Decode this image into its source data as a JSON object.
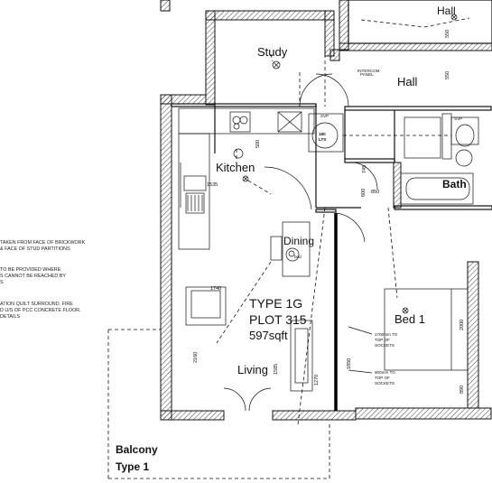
{
  "rooms": {
    "hall_top": "Hall",
    "study": "Study",
    "hall": "Hall",
    "kitchen": "Kitchen",
    "dining": "Dining",
    "bath": "Bath",
    "unit_type": "TYPE 1G",
    "plot": "PLOT 315",
    "area": "597sqft",
    "living": "Living",
    "bed": "Bed 1",
    "balcony_line1": "Balcony",
    "balcony_line2": "Type 1"
  },
  "notes": {
    "n1": "TAKEN FROM FACE OF BRICKWORK",
    "n2": "& FACE OF STUD PARTITIONS",
    "n3": "TO BE PROVIDED WHERE",
    "n4": "S CANNOT BE REACHED BY",
    "n5": "S",
    "n6": "ATION QUILT SURROUND. FIRE",
    "n7": "D U/S OF PCC CONCRETE FLOOR.",
    "n8": "DETAILS"
  },
  "labels": {
    "cyl": "180\nLTS",
    "svp1": "SVP",
    "svp2": "SVP",
    "bed": "bed",
    "intercom": "INTERCOM\nPANEL",
    "sockets_1700_a": "1700mm TO",
    "sockets_1700_b": "TOP OF",
    "sockets_1700_c": "SOCKETS",
    "sockets_900_a": "900mm TO",
    "sockets_900_b": "TOP OF",
    "sockets_900_c": "SOCKETS"
  },
  "dimensions": {
    "d550a": "550",
    "d550b": "550",
    "d500": "500",
    "d1535": "1535",
    "d745": "745",
    "d850": "850",
    "d600": "600",
    "d1740": "1740",
    "d2160": "2160",
    "d1585": "1585",
    "d1270": "1270",
    "d1850": "1850",
    "d2000": "2000",
    "d890": "890"
  },
  "colors": {
    "line": "#111111",
    "background": "#ffffff"
  }
}
